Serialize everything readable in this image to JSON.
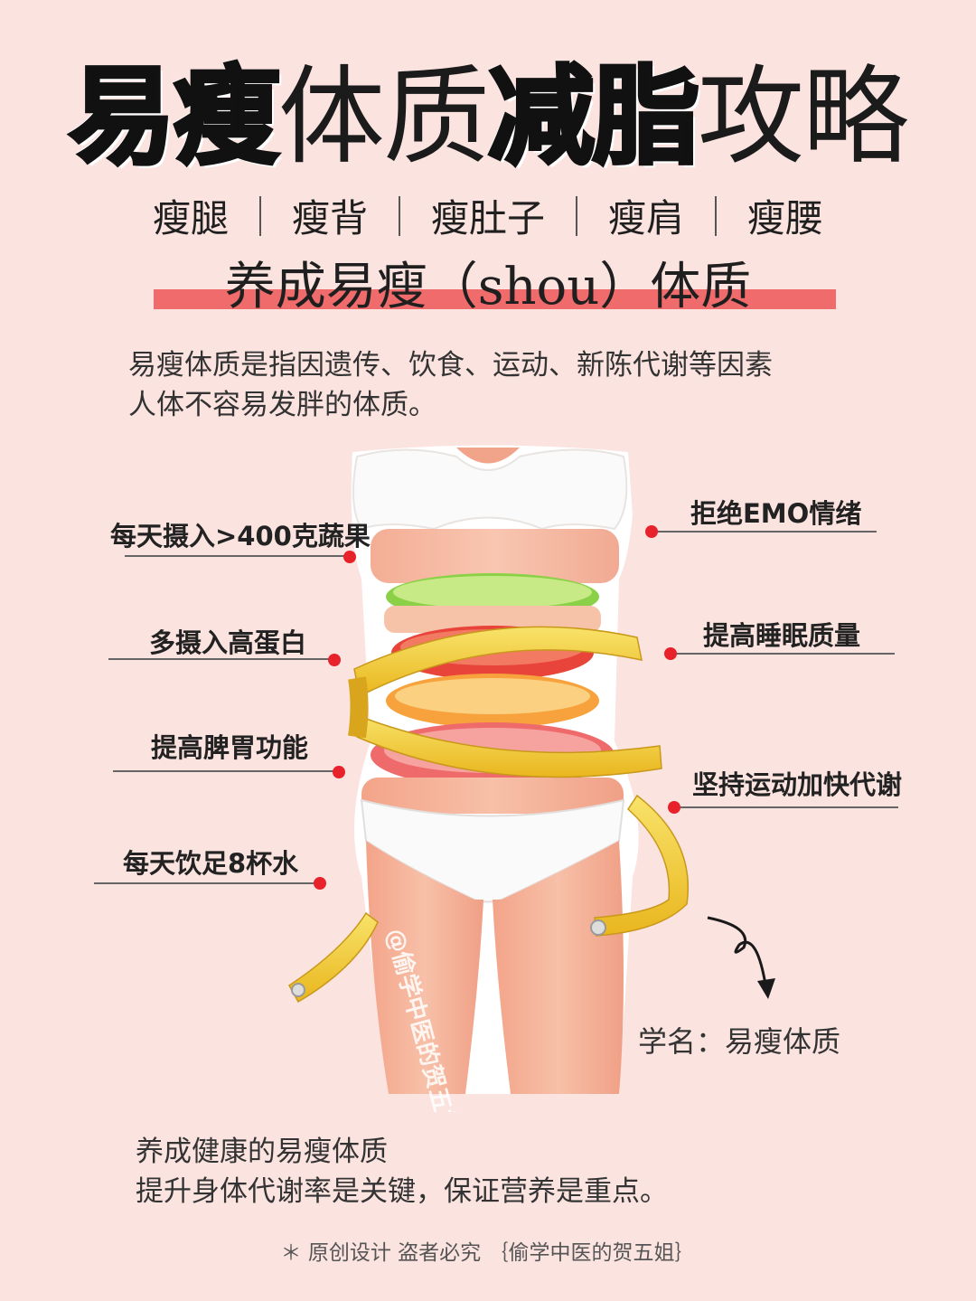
{
  "title": {
    "part1": "易瘦",
    "part2": "体质",
    "part3": "减脂",
    "part4": "攻略"
  },
  "tags": [
    "瘦腿",
    "瘦背",
    "瘦肚子",
    "瘦肩",
    "瘦腰"
  ],
  "subhead": "养成易瘦（shou）体质",
  "intro": {
    "line1": "易瘦体质是指因遗传、饮食、运动、新陈代谢等因素",
    "line2": "人体不容易发胖的体质。"
  },
  "labels_left": [
    "每天摄入>400克蔬果",
    "多摄入高蛋白",
    "提高脾胃功能",
    "每天饮足8杯水"
  ],
  "labels_right": [
    "拒绝EMO情绪",
    "提高睡眠质量",
    "坚持运动加快代谢"
  ],
  "watermark": "@偷学中医的贺五姐",
  "scientific_name": "学名：易瘦体质",
  "outro": {
    "line1": "养成健康的易瘦体质",
    "line2": "提升身体代谢率是关键，保证营养是重点。"
  },
  "footer": "＊ 原创设计  盗者必究 ｛偷学中医的贺五姐｝",
  "colors": {
    "background": "#fbe3e0",
    "accent_bar": "#f06b6b",
    "dot": "#e8222a"
  }
}
